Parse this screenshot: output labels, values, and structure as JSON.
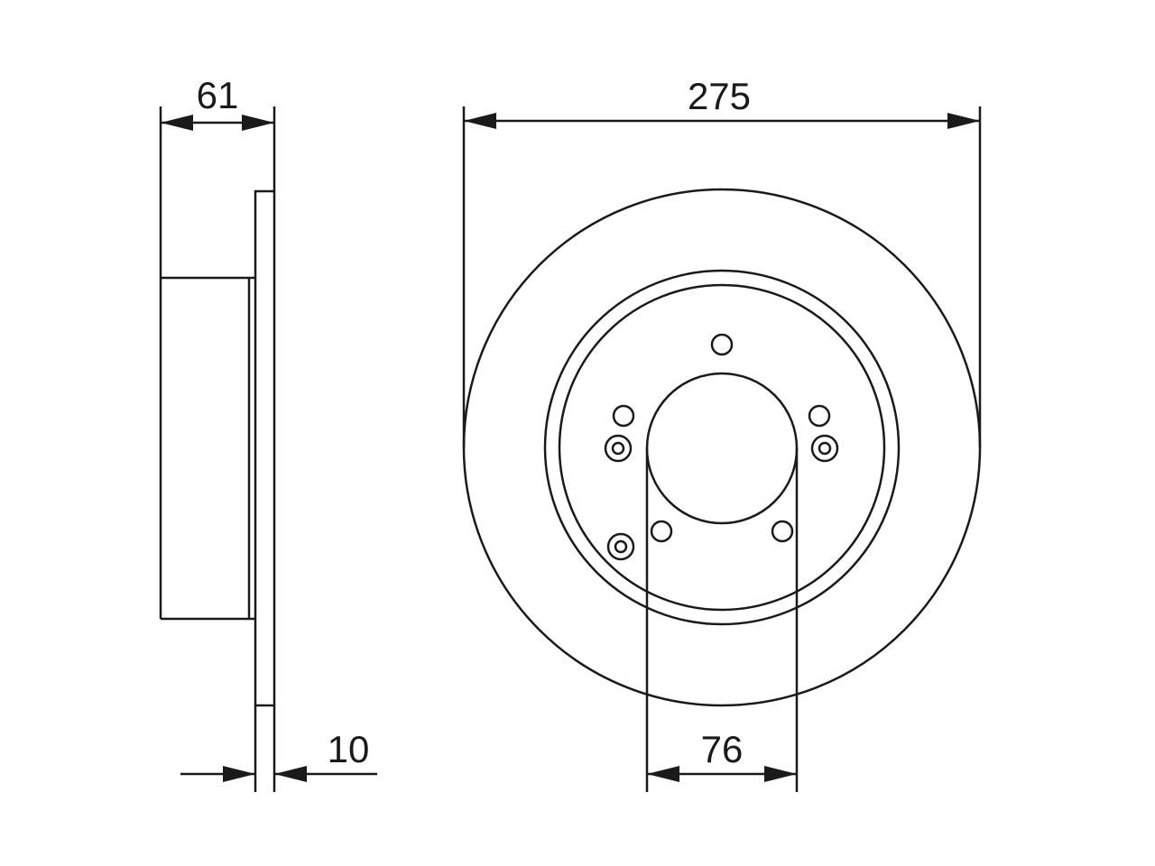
{
  "dimensions": {
    "overall_width": "61",
    "disc_thickness": "10",
    "disc_diameter": "275",
    "center_bore": "76"
  },
  "colors": {
    "line": "#1a1a1a",
    "background": "#ffffff"
  }
}
